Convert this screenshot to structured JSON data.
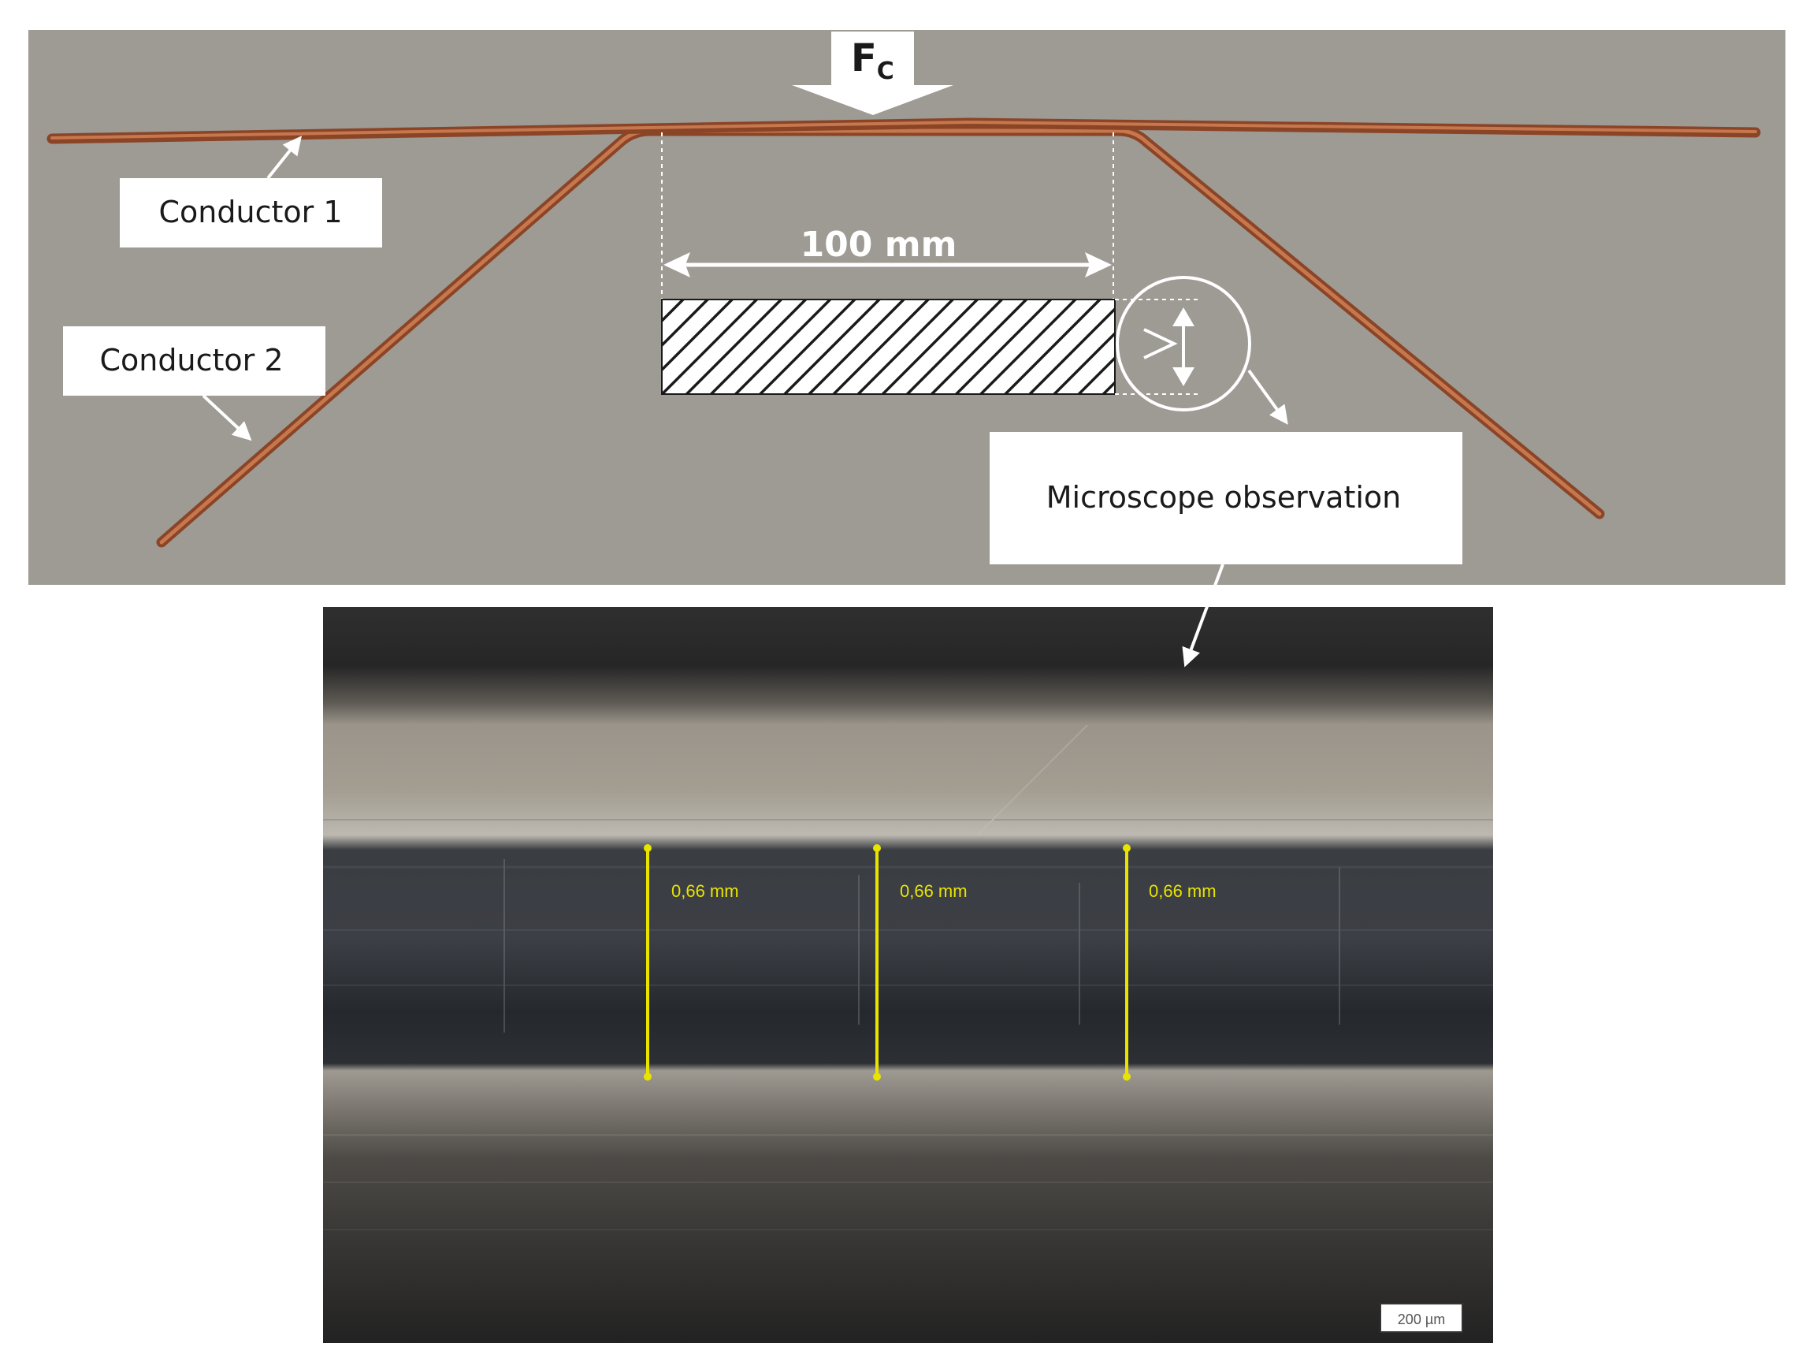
{
  "top_panel": {
    "force_label": "F",
    "force_subscript": "C",
    "conductor1_label": "Conductor 1",
    "conductor2_label": "Conductor 2",
    "length_label": "100 mm",
    "callout_label": "Microscope observation",
    "colors": {
      "background": "#9e9a94",
      "copper": "#b5633d",
      "arrow": "#ffffff",
      "label_box": "#ffffff"
    }
  },
  "micrograph": {
    "measurements": [
      {
        "label": "0,66 mm",
        "value_mm": 0.66
      },
      {
        "label": "0,66 mm",
        "value_mm": 0.66
      },
      {
        "label": "0,66 mm",
        "value_mm": 0.66
      }
    ],
    "scale_bar_label": "200 µm",
    "colors": {
      "measurement": "#e8e400"
    }
  }
}
